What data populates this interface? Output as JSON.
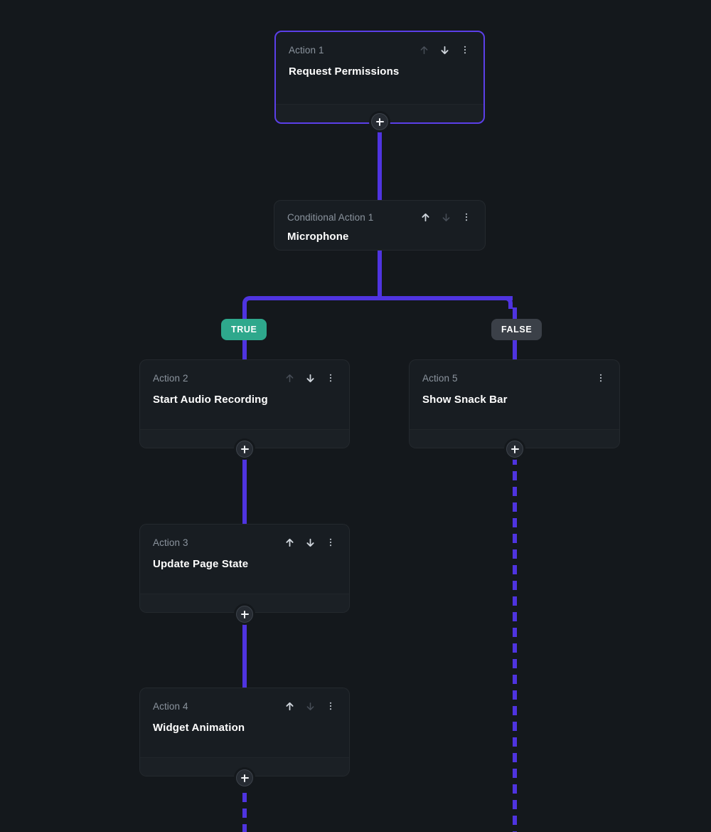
{
  "canvas": {
    "background_color": "#14181c",
    "edge_color": "#4f34e0",
    "selected_border_color": "#5b3fe8"
  },
  "flow": {
    "nodes": [
      {
        "id": "action-1",
        "label": "Action 1",
        "title": "Request Permissions",
        "selected": true,
        "move_up_enabled": false,
        "move_down_enabled": true,
        "has_menu": true,
        "has_add_button": true
      },
      {
        "id": "conditional-action-1",
        "label": "Conditional Action 1",
        "title": "Microphone",
        "selected": false,
        "move_up_enabled": true,
        "move_down_enabled": false,
        "has_menu": true,
        "has_add_button": false
      },
      {
        "id": "action-2",
        "label": "Action 2",
        "title": "Start Audio Recording",
        "selected": false,
        "move_up_enabled": false,
        "move_down_enabled": true,
        "has_menu": true,
        "has_add_button": true
      },
      {
        "id": "action-5",
        "label": "Action 5",
        "title": "Show Snack Bar",
        "selected": false,
        "move_up_enabled": null,
        "move_down_enabled": null,
        "has_menu": true,
        "has_add_button": true
      },
      {
        "id": "action-3",
        "label": "Action 3",
        "title": "Update Page State",
        "selected": false,
        "move_up_enabled": true,
        "move_down_enabled": true,
        "has_menu": true,
        "has_add_button": true
      },
      {
        "id": "action-4",
        "label": "Action 4",
        "title": "Widget Animation",
        "selected": false,
        "move_up_enabled": true,
        "move_down_enabled": false,
        "has_menu": true,
        "has_add_button": true
      }
    ],
    "branches": [
      {
        "id": "branch-true",
        "label": "TRUE",
        "color": "#2ea88c"
      },
      {
        "id": "branch-false",
        "label": "FALSE",
        "color": "#3b4048"
      }
    ],
    "icons": {
      "move_up": "arrow-up-icon",
      "move_down": "arrow-down-icon",
      "menu": "more-vertical-icon",
      "add": "plus-icon"
    }
  }
}
